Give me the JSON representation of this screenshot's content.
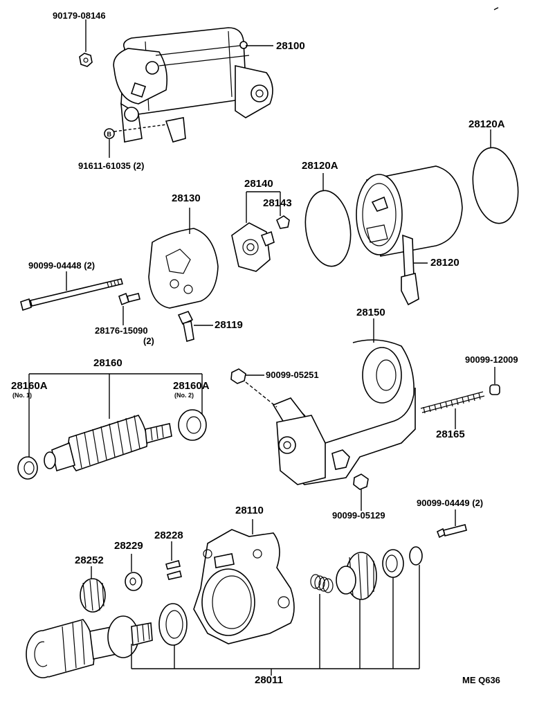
{
  "parts": {
    "p_90179_08146": "90179-08146",
    "p_28100": "28100",
    "p_91611_61035": "91611-61035 (2)",
    "p_28120A_right": "28120A",
    "p_28120A_left": "28120A",
    "p_28140": "28140",
    "p_28143": "28143",
    "p_28130": "28130",
    "p_90099_04448": "90099-04448 (2)",
    "p_28120": "28120",
    "p_28176_15090": "28176-15090",
    "p_28176_15090_qty": "(2)",
    "p_28119": "28119",
    "p_28150": "28150",
    "p_28160": "28160",
    "p_28160A_1": "28160A",
    "p_28160A_1_sub": "(No. 1)",
    "p_28160A_2": "28160A",
    "p_28160A_2_sub": "(No. 2)",
    "p_90099_05251": "90099-05251",
    "p_90099_12009": "90099-12009",
    "p_28165": "28165",
    "p_90099_05129": "90099-05129",
    "p_90099_04449": "90099-04449 (2)",
    "p_28110": "28110",
    "p_28229": "28229",
    "p_28228": "28228",
    "p_28252": "28252",
    "p_28011": "28011"
  },
  "drawing_code": "ME Q636"
}
